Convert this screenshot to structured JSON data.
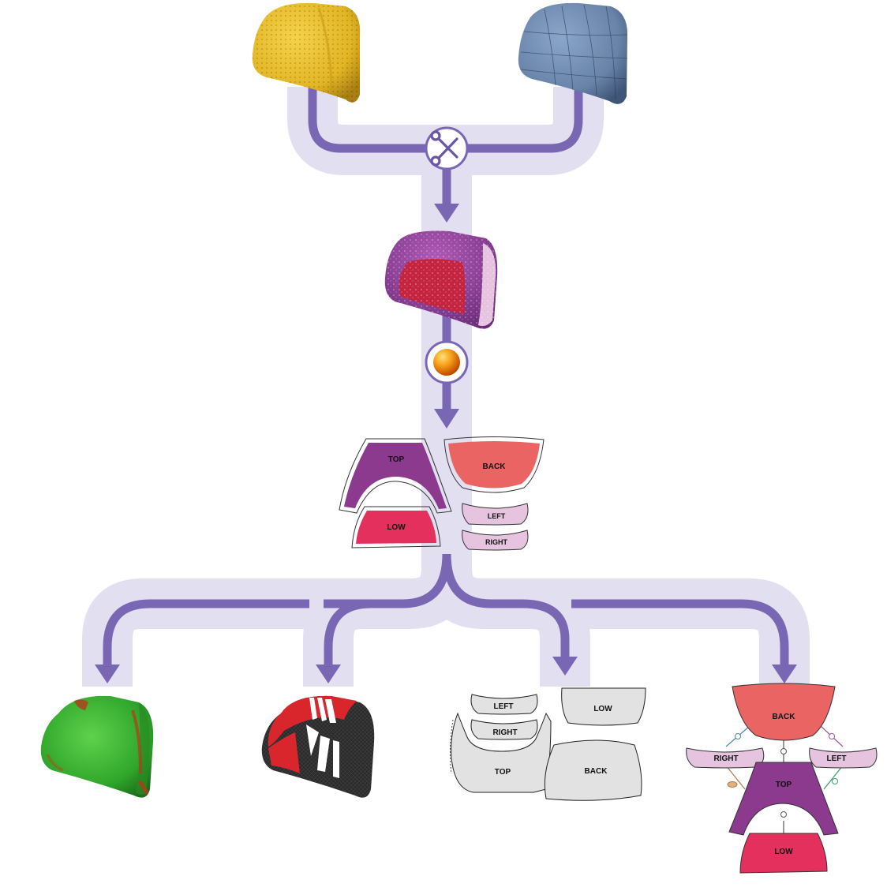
{
  "colors": {
    "track_light": "#e2dff1",
    "track_dark": "#7a67b3",
    "input_mesh": "#e6b726",
    "input_cad": "#6b86ad",
    "patch_top": "#8b3a8e",
    "patch_back": "#eb6464",
    "patch_low": "#e3305c",
    "patch_side": "#e6c4df",
    "pattern_grey": "#e2e2e2",
    "analysis_green": "#33b32c",
    "texture_red": "#d8262c",
    "texture_black": "#2a2a2a"
  },
  "icons": {
    "cut_step": "scissors-icon",
    "flatten_step": "sphere-icon"
  },
  "patches": {
    "top": "TOP",
    "back": "BACK",
    "low": "LOW",
    "left": "LEFT",
    "right": "RIGHT"
  },
  "pattern_labels": {
    "left": "LEFT",
    "right": "RIGHT",
    "top": "TOP",
    "low": "LOW",
    "back": "BACK"
  },
  "assembly_labels": {
    "back": "BACK",
    "right": "RIGHT",
    "left": "LEFT",
    "top": "TOP",
    "low": "LOW"
  }
}
